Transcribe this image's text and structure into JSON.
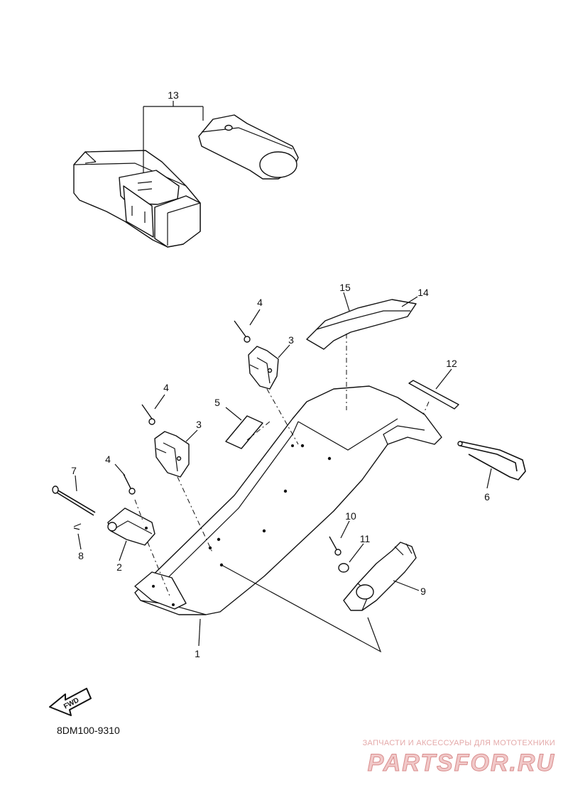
{
  "diagram": {
    "callouts": [
      {
        "id": "p1",
        "label": "1"
      },
      {
        "id": "p2",
        "label": "2"
      },
      {
        "id": "p3a",
        "label": "3"
      },
      {
        "id": "p3b",
        "label": "3"
      },
      {
        "id": "p4a",
        "label": "4"
      },
      {
        "id": "p4b",
        "label": "4"
      },
      {
        "id": "p4c",
        "label": "4"
      },
      {
        "id": "p5",
        "label": "5"
      },
      {
        "id": "p6",
        "label": "6"
      },
      {
        "id": "p7",
        "label": "7"
      },
      {
        "id": "p8",
        "label": "8"
      },
      {
        "id": "p9",
        "label": "9"
      },
      {
        "id": "p10",
        "label": "10"
      },
      {
        "id": "p11",
        "label": "11"
      },
      {
        "id": "p12",
        "label": "12"
      },
      {
        "id": "p13",
        "label": "13"
      },
      {
        "id": "p14",
        "label": "14"
      },
      {
        "id": "p15",
        "label": "15"
      }
    ],
    "fwd_label": "FWD",
    "drawing_code": "8DM100-9310"
  },
  "watermark": {
    "tagline": "ЗАПЧАСТИ И АКСЕССУАРЫ ДЛЯ МОТОТЕХНИКИ",
    "logo_text": "PARTSFOR.RU"
  }
}
